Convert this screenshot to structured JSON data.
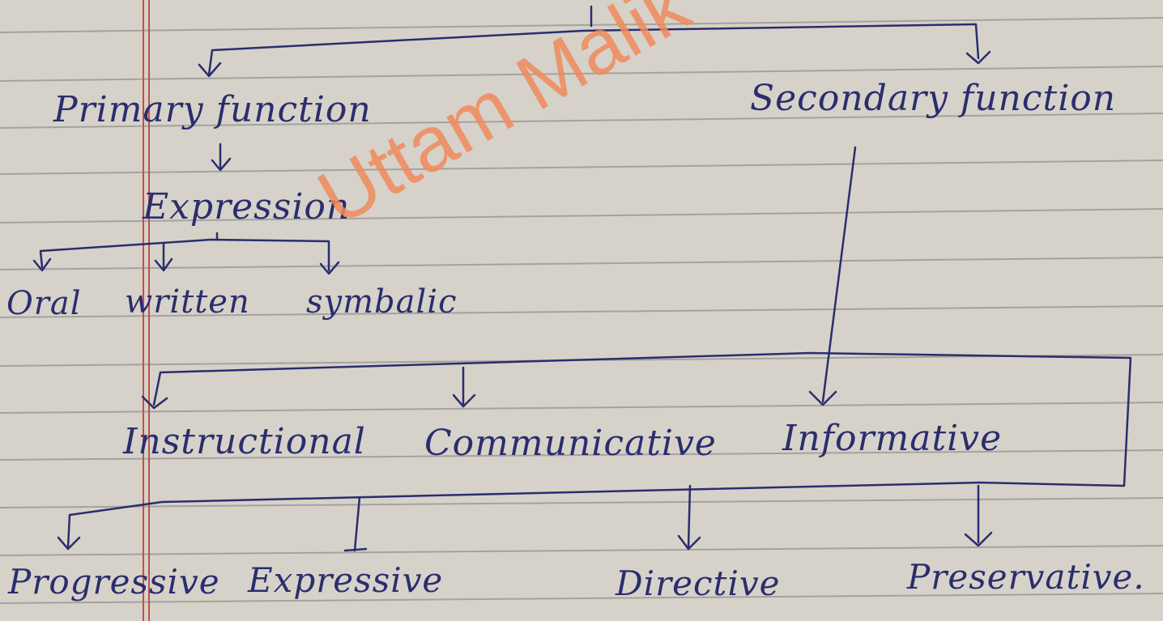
{
  "nodes": {
    "primary": "Primary function",
    "secondary": "Secondary function",
    "expression": "Expression",
    "oral": "Oral",
    "written": "written",
    "symbolic": "symbalic",
    "instructional": "Instructional",
    "communicative": "Communicative",
    "informative": "Informative",
    "progressive": "Progressive",
    "expressive": "Expressive",
    "directive": "Directive",
    "preservative": "Preservative."
  },
  "watermark": "Uttam Malik",
  "colors": {
    "ink": "#2a2d6e",
    "paper": "#d6d2c9",
    "rule": "#8f8f8f",
    "margin": "#c0504d",
    "watermark": "#f08a5c"
  }
}
